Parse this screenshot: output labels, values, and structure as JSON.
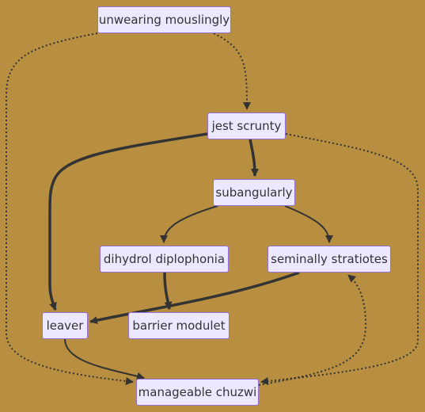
{
  "diagram": {
    "nodes": {
      "unwearing": "unwearing mouslingly",
      "jest": "jest scrunty",
      "subangularly": "subangularly",
      "dihydrol": "dihydrol diplophonia",
      "seminally": "seminally stratiotes",
      "leaver": "leaver",
      "barrier": "barrier modulet",
      "manageable": "manageable chuzwi"
    },
    "edges": [
      {
        "from": "unwearing",
        "to": "jest",
        "style": "dotted"
      },
      {
        "from": "unwearing",
        "to": "manageable",
        "style": "dotted"
      },
      {
        "from": "jest",
        "to": "subangularly",
        "style": "thick"
      },
      {
        "from": "jest",
        "to": "leaver",
        "style": "thick"
      },
      {
        "from": "jest",
        "to": "manageable",
        "style": "dotted"
      },
      {
        "from": "subangularly",
        "to": "dihydrol",
        "style": "normal"
      },
      {
        "from": "subangularly",
        "to": "seminally",
        "style": "normal"
      },
      {
        "from": "dihydrol",
        "to": "barrier",
        "style": "thick"
      },
      {
        "from": "seminally",
        "to": "leaver",
        "style": "thick"
      },
      {
        "from": "leaver",
        "to": "manageable",
        "style": "normal"
      },
      {
        "from": "manageable",
        "to": "seminally",
        "style": "dotted"
      }
    ],
    "colors": {
      "background": "#b88f40",
      "node_fill": "#ece8ff",
      "node_border": "#9370db",
      "edge": "#333333"
    }
  }
}
